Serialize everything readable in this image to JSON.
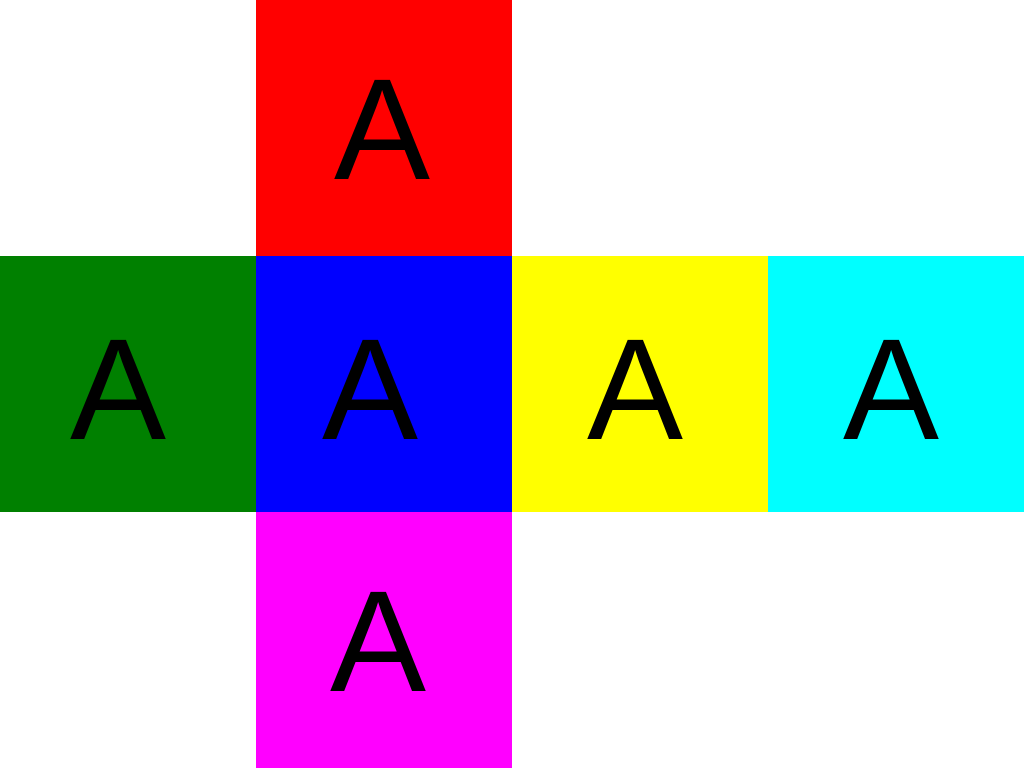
{
  "faces": [
    {
      "id": "top",
      "label": "A",
      "color": "#ff0000"
    },
    {
      "id": "left",
      "label": "A",
      "color": "#008000"
    },
    {
      "id": "center",
      "label": "A",
      "color": "#0000ff"
    },
    {
      "id": "right",
      "label": "A",
      "color": "#ffff00"
    },
    {
      "id": "far",
      "label": "A",
      "color": "#00ffff"
    },
    {
      "id": "bottom",
      "label": "A",
      "color": "#ff00ff"
    }
  ]
}
